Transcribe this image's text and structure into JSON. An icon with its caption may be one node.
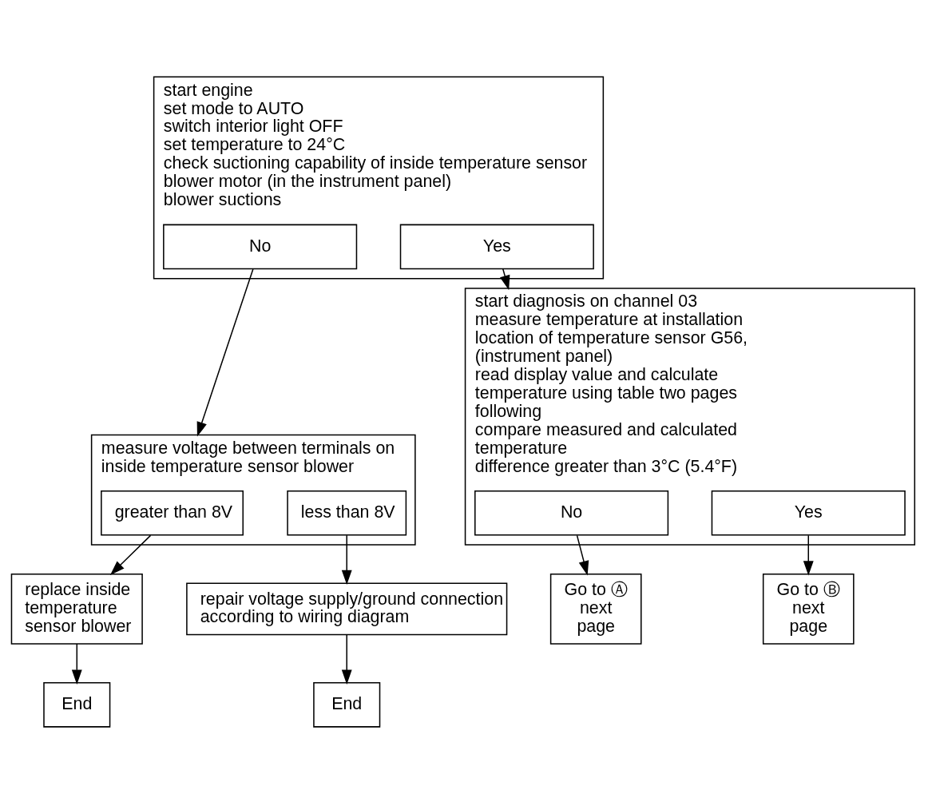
{
  "diagram": {
    "nodes": [
      {
        "text": [
          "start engine",
          "set mode to AUTO",
          "switch interior light OFF",
          "set temperature to 24°C",
          "check suctioning capability of inside temperature sensor blower motor (in the instrument panel)",
          "blower suctions"
        ]
      },
      {
        "text": [
          "No"
        ],
        "in": 0
      },
      {
        "text": [
          "Yes"
        ],
        "in": 0
      },
      {
        "text": [
          "measure voltage between terminals on inside temperature sensor blower"
        ]
      },
      {
        "text": [
          "greater than 8V"
        ],
        "in": 3
      },
      {
        "text": [
          "less than 8V"
        ],
        "in": 3
      },
      {
        "text": [
          "replace inside temperature sensor blower"
        ]
      },
      {
        "text": [
          "End"
        ]
      },
      {
        "text": [
          "repair voltage supply/ground connection according to wiring diagram"
        ]
      },
      {
        "text": [
          "End"
        ]
      },
      {
        "text": [
          "start diagnosis on channel 03",
          "measure temperature at installation location of temperature sensor G56, (instrument panel)",
          "read display value and calculate temperature using table two pages following",
          "compare measured and calculated temperature",
          "difference greater than 3°C (5.4°F)"
        ]
      },
      {
        "text": [
          "No"
        ],
        "in": 10
      },
      {
        "text": [
          "Yes"
        ],
        "in": 10
      },
      {
        "text": [
          "Go to Ⓐ next page"
        ]
      },
      {
        "text": [
          "Go to Ⓑ next page"
        ]
      }
    ],
    "edges": [
      {
        "from": 1,
        "to": 3,
        "arrow": "to"
      },
      {
        "from": 2,
        "to": 10,
        "arrow": "to"
      },
      {
        "from": 4,
        "to": 6,
        "arrow": "to"
      },
      {
        "from": 6,
        "to": 7,
        "arrow": "to"
      },
      {
        "from": 5,
        "to": 8,
        "arrow": "to"
      },
      {
        "from": 8,
        "to": 9,
        "arrow": "to"
      },
      {
        "from": 11,
        "to": 13,
        "arrow": "to"
      },
      {
        "from": 12,
        "to": 14,
        "arrow": "to"
      }
    ]
  }
}
